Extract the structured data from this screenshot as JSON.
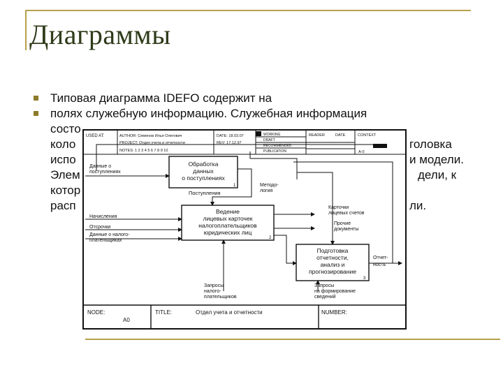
{
  "title": "Диаграммы",
  "bullets": [
    "Типовая диаграмма IDEFO содержит на",
    "полях служебную информацию. Служебная информация"
  ],
  "continuation": {
    "line1": "состо",
    "line2a": "коло",
    "line2b": "головка",
    "line3a": "испо",
    "line3b": "и модели.",
    "line4a": "Элем",
    "line4b": "дели, к",
    "line5a": "котор",
    "line6a": "расп",
    "line6b": "ли."
  },
  "diagram": {
    "header": {
      "used_at_label": "USED AT:",
      "author": "AUTHOR: Семенов Илья Олегович",
      "project": "PROJECT: Отдел учета и отчетности",
      "notes": "NOTES: 1 2 3 4 5 6 7 8 9 10",
      "date": "DATE: 18.03.07",
      "rev": "REV: 17.12.97",
      "working": "WORKING",
      "draft": "DRAFT",
      "recommended": "RECOMMENDED",
      "publication": "PUBLICATION",
      "reader": "READER",
      "date2": "DATE",
      "context": "CONTEXT",
      "node_code": "A-0"
    },
    "boxes": [
      {
        "label": [
          "Обработка",
          "данных",
          "о поступлениях"
        ],
        "num": "1"
      },
      {
        "label": [
          "Ведение",
          "лицевых карточек",
          "налогоплательщиков",
          "юридических лиц"
        ],
        "num": "2"
      },
      {
        "label": [
          "Подготовка",
          "отчетности,",
          "анализ и",
          "прогнозирование"
        ],
        "num": "3"
      }
    ],
    "arrows": {
      "data_in": [
        "Данные о",
        "поступлениях"
      ],
      "postupleniya": "Поступления",
      "metodologiya": [
        "Методо-",
        "логия"
      ],
      "nachisleniya": "Начисления",
      "otsrochki": "Отсрочки",
      "data_payers": [
        "Данные о налого-",
        "плательщиках"
      ],
      "cards": [
        "Карточки",
        "лицевых счетов"
      ],
      "other_docs": [
        "Прочие",
        "документы"
      ],
      "report": [
        "Отчет-",
        "ность"
      ],
      "req_payers": [
        "Запросы",
        "налого-",
        "плательщиков"
      ],
      "req_forming": [
        "Запросы",
        "на формирование",
        "сведений"
      ]
    },
    "footer": {
      "node_label": "NODE:",
      "node_value": "A0",
      "title_label": "TITLE:",
      "title_value": "Отдел учета и отчетности",
      "number_label": "NUMBER:"
    }
  }
}
